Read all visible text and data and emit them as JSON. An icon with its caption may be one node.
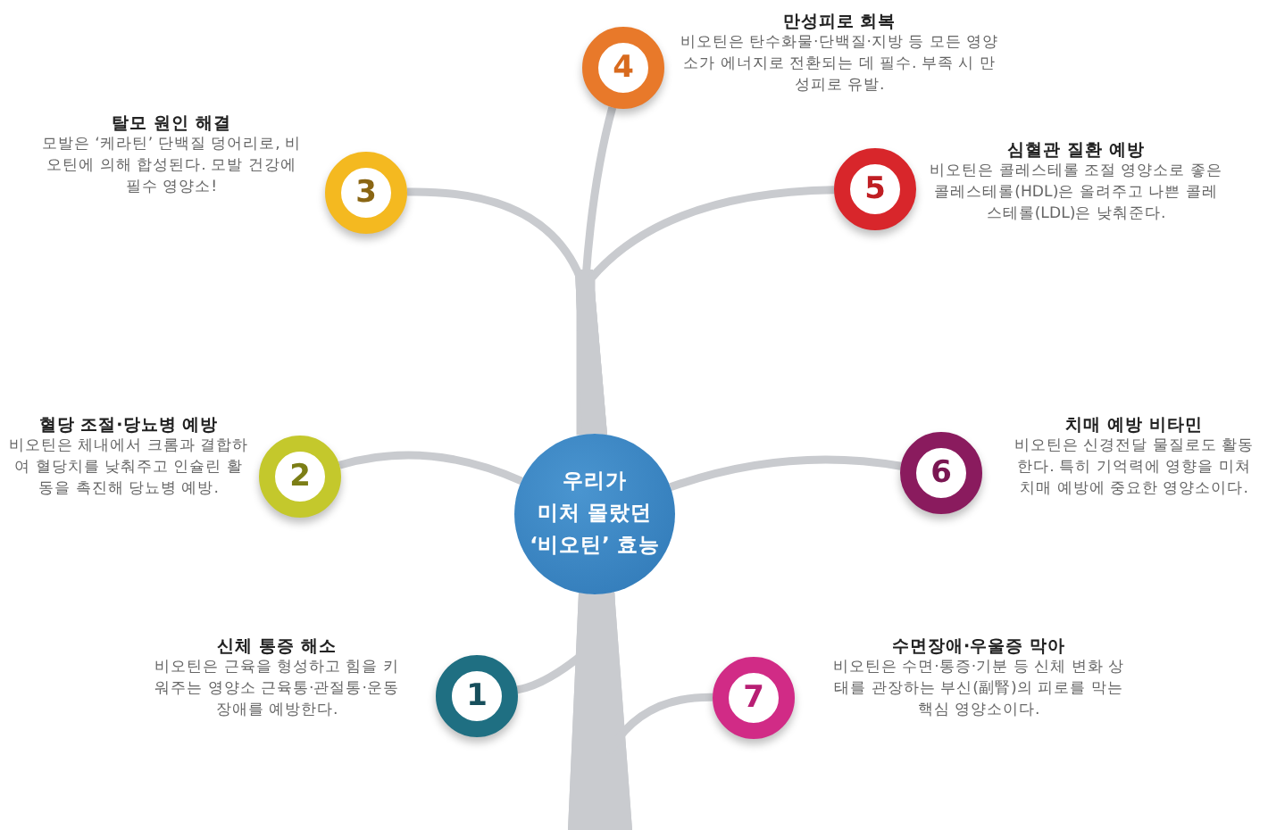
{
  "diagram": {
    "nodes": [
      {
        "text": [
          "우리가 미처 몰랐던 ‘비오틴’ 효능"
        ]
      },
      {
        "text": [
          "1"
        ],
        "beside": [
          "신체 통증 해소",
          "비오틴은 근육을 형성하고 힘을 키워주는 영양소 근육통·관절통·운동장애를 예방한다."
        ]
      },
      {
        "text": [
          "2"
        ],
        "beside": [
          "혈당 조절·당뇨병 예방",
          "비오틴은 체내에서 크롬과 결합하여 혈당치를 낮춰주고 인슐린 활동을 촉진해 당뇨병 예방."
        ]
      },
      {
        "text": [
          "3"
        ],
        "beside": [
          "탈모 원인 해결",
          "모발은 ‘케라틴’ 단백질 덩어리로, 비오틴에 의해 합성된다. 모발 건강에 필수 영양소!"
        ]
      },
      {
        "text": [
          "4"
        ],
        "beside": [
          "만성피로 회복",
          "비오틴은 탄수화물·단백질·지방 등 모든 영양소가 에너지로 전환되는 데 필수. 부족 시 만성피로 유발."
        ]
      },
      {
        "text": [
          "5"
        ],
        "beside": [
          "심혈관 질환 예방",
          "비오틴은 콜레스테롤 조절 영양소로 좋은 콜레스테롤(HDL)은 올려주고 나쁜 콜레스테롤(LDL)은 낮춰준다."
        ]
      },
      {
        "text": [
          "6"
        ],
        "beside": [
          "치매 예방 비타민",
          "비오틴은 신경전달 물질로도 활동한다. 특히 기억력에 영향을 미쳐 치매 예방에 중요한 영양소이다."
        ]
      },
      {
        "text": [
          "7"
        ],
        "beside": [
          "수면장애·우울증 막아",
          "비오틴은 수면·통증·기분 등 신체 변화 상태를 관장하는 부신(副腎)의 피로를 막는 핵심 영양소이다."
        ]
      }
    ],
    "edges": [
      {
        "from": 0,
        "to": 1,
        "arrow": "none"
      },
      {
        "from": 0,
        "to": 2,
        "arrow": "none"
      },
      {
        "from": 0,
        "to": 3,
        "arrow": "none"
      },
      {
        "from": 0,
        "to": 4,
        "arrow": "none"
      },
      {
        "from": 0,
        "to": 5,
        "arrow": "none"
      },
      {
        "from": 0,
        "to": 6,
        "arrow": "none"
      },
      {
        "from": 0,
        "to": 7,
        "arrow": "none"
      }
    ]
  }
}
